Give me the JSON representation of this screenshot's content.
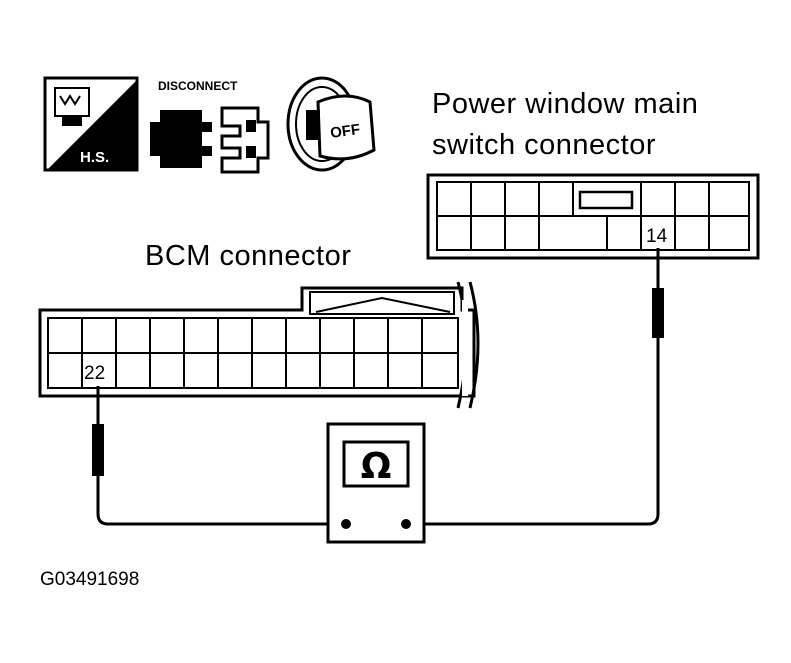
{
  "icons": {
    "harness_sign": "H.S.",
    "disconnect_label": "DISCONNECT",
    "ignition_off_label": "OFF"
  },
  "power_window_connector": {
    "title_line1": "Power window main",
    "title_line2": "switch connector",
    "pin": "14"
  },
  "bcm_connector": {
    "title": "BCM connector",
    "pin": "22"
  },
  "meter": {
    "symbol": "Ω"
  },
  "figure_code": "G03491698",
  "colors": {
    "ink": "#000000",
    "paper": "#ffffff"
  }
}
